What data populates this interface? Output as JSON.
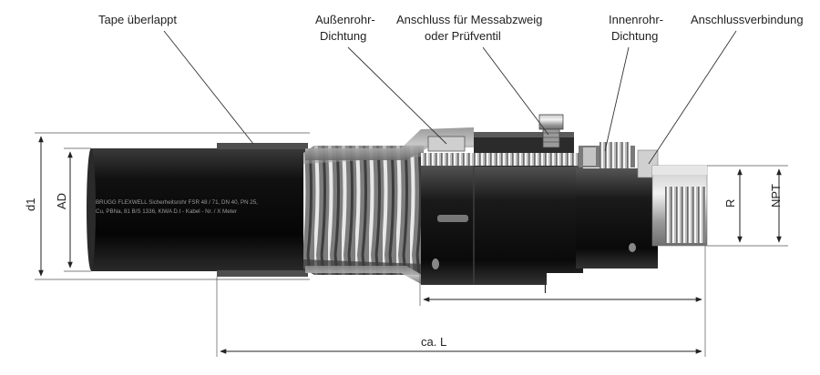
{
  "callouts": {
    "tape": "Tape überlappt",
    "outer_seal_1": "Außenrohr-",
    "outer_seal_2": "Dichtung",
    "port_1": "Anschluss für Messabzweig",
    "port_2": "oder Prüfventil",
    "inner_seal_1": "Innenrohr-",
    "inner_seal_2": "Dichtung",
    "connection": "Anschlussverbindung"
  },
  "dimensions": {
    "d1": "d1",
    "ad": "AD",
    "r": "R",
    "npt": "NPT",
    "l": "l",
    "ca_l": "ca. L"
  },
  "pipe_print": {
    "line1": "BRUGG FLEXWELL Sicherheitsrohr FSR 48 / 71, DN 40, PN 25,",
    "line2": "Cu, PBNa, 81 B/S 1336, KIWA D.I - Kabel - Nr. / X Meter"
  }
}
